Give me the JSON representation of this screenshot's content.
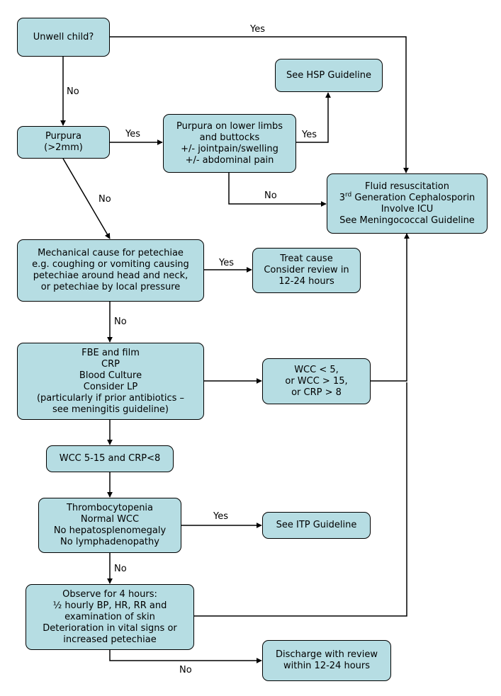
{
  "nodes": {
    "unwell": {
      "lines": [
        "Unwell child?"
      ]
    },
    "purpura": {
      "lines": [
        "Purpura",
        "(>2mm)"
      ]
    },
    "purpura_limbs": {
      "lines": [
        "Purpura on lower limbs",
        "and buttocks",
        "+/- jointpain/swelling",
        "+/- abdominal pain"
      ]
    },
    "hsp": {
      "lines": [
        "See HSP Guideline"
      ]
    },
    "fluid": {
      "line1": "Fluid resuscitation",
      "line2_num": "3",
      "line2_sup": "rd",
      "line2_rest": " Generation Cephalosporin",
      "line3": "Involve ICU",
      "line4": "See Meningococcal Guideline"
    },
    "mechanical": {
      "lines": [
        "Mechanical cause for petechiae",
        "e.g. coughing or vomiting causing",
        "petechiae around head and neck,",
        "or petechiae by local pressure"
      ]
    },
    "treat": {
      "lines": [
        "Treat cause",
        "Consider review in",
        "12-24 hours"
      ]
    },
    "fbe": {
      "lines": [
        "FBE and film",
        "CRP",
        "Blood Culture",
        "Consider LP",
        "(particularly if prior antibiotics –",
        "see meningitis guideline)"
      ]
    },
    "wcc_abnormal": {
      "lines": [
        "WCC < 5,",
        "or WCC > 15,",
        "or CRP > 8"
      ]
    },
    "wcc_normal": {
      "lines": [
        "WCC 5-15 and CRP<8"
      ]
    },
    "thrombo": {
      "lines": [
        "Thrombocytopenia",
        "Normal WCC",
        "No hepatosplenomegaly",
        "No lymphadenopathy"
      ]
    },
    "itp": {
      "lines": [
        "See ITP Guideline"
      ]
    },
    "observe": {
      "lines": [
        "Observe for 4 hours:",
        "½ hourly BP, HR, RR and",
        "examination of skin",
        "Deterioration in vital signs or",
        "increased petechiae"
      ]
    },
    "discharge": {
      "lines": [
        "Discharge with review",
        "within 12-24 hours"
      ]
    }
  },
  "edge_labels": {
    "unwell_yes": "Yes",
    "unwell_no": "No",
    "purpura_yes": "Yes",
    "purpura_no": "No",
    "limbs_yes": "Yes",
    "limbs_no": "No",
    "mechanical_yes": "Yes",
    "mechanical_no": "No",
    "thrombo_yes": "Yes",
    "thrombo_no": "No",
    "observe_no": "No"
  },
  "colors": {
    "box_fill": "#b6dde3",
    "stroke": "#000000",
    "background": "#ffffff"
  }
}
